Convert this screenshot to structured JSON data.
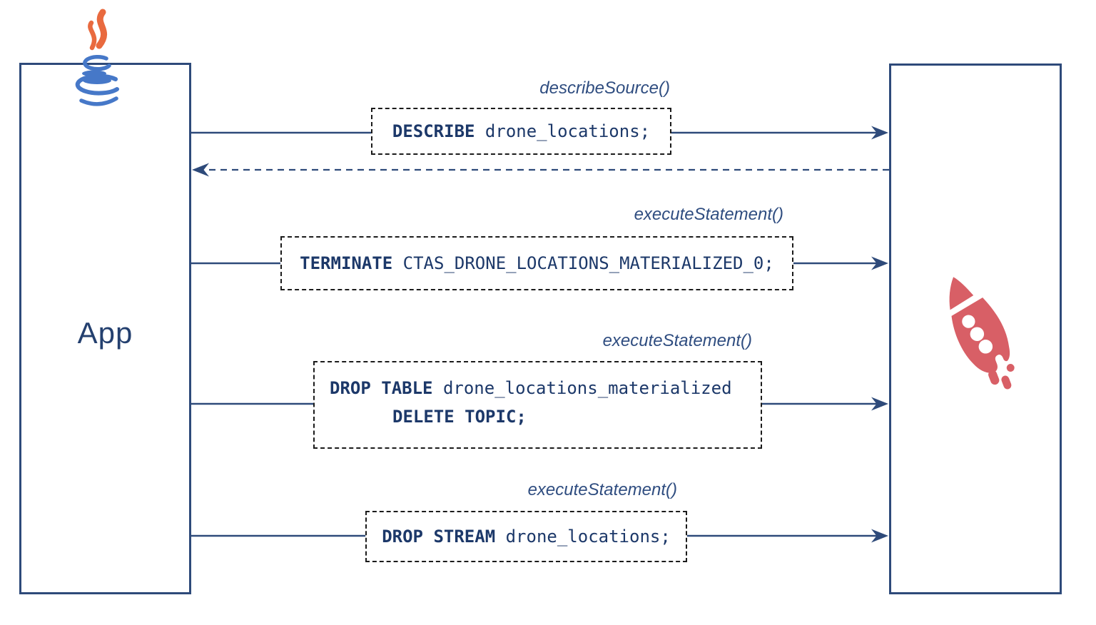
{
  "diagram": {
    "title_hint": "ksqlDB Java client sequence diagram",
    "actors": {
      "left": {
        "label": "App",
        "icon": "java-logo"
      },
      "right": {
        "label": "",
        "icon": "rocket"
      }
    },
    "messages": [
      {
        "method": "describeSource()",
        "line1_bold": "DESCRIBE",
        "line1_rest": " drone_locations;",
        "direction": "left-to-right",
        "has_dashed_reply": true
      },
      {
        "method": "executeStatement()",
        "line1_bold": "TERMINATE",
        "line1_rest": " CTAS_DRONE_LOCATIONS_MATERIALIZED_0;",
        "direction": "left-to-right",
        "has_dashed_reply": false
      },
      {
        "method": "executeStatement()",
        "line1_bold": "DROP TABLE",
        "line1_rest": " drone_locations_materialized",
        "line2_bold": "DELETE TOPIC;",
        "direction": "left-to-right",
        "has_dashed_reply": false
      },
      {
        "method": "executeStatement()",
        "line1_bold": "DROP STREAM",
        "line1_rest": " drone_locations;",
        "direction": "left-to-right",
        "has_dashed_reply": false
      }
    ],
    "colors": {
      "stroke_navy": "#2e4a7a",
      "code_text": "#1c3869",
      "label_text": "#2f4d80",
      "dashed_box_border": "#1b1b1b",
      "rocket_coral": "#d85f66",
      "java_blue": "#4678c8",
      "java_flame_orange": "#e96a3f",
      "background": "#ffffff"
    }
  }
}
